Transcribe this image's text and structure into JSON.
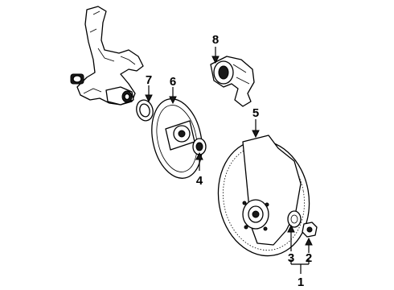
{
  "diagram": {
    "callouts": [
      "1",
      "2",
      "3",
      "4",
      "5",
      "6",
      "7",
      "8"
    ],
    "parts": {
      "1": "assembly-bracket",
      "2": "hub-nut",
      "3": "outer-bearing",
      "4": "inner-bearing",
      "5": "disc-rotor-and-splash-shield",
      "6": "dust-shield",
      "7": "grease-seal",
      "8": "brake-caliper"
    },
    "colors": {
      "ink": "#000000",
      "paper": "#ffffff"
    }
  }
}
